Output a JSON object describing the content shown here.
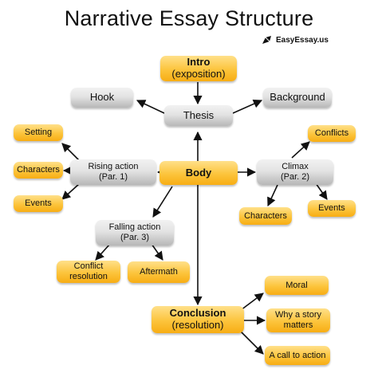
{
  "title": "Narrative Essay Structure",
  "brand": {
    "name": "EasyEssay.us",
    "icon": "pen-nib-icon"
  },
  "colors": {
    "orange_top": "#ffe08a",
    "orange_bottom": "#f7ad14",
    "grey_top": "#f2f2f2",
    "grey_bottom": "#b7b7b7",
    "arrow": "#111111"
  },
  "nodes": {
    "intro": {
      "title": "Intro",
      "sub": "(exposition)"
    },
    "hook": {
      "label": "Hook"
    },
    "thesis": {
      "label": "Thesis"
    },
    "background": {
      "label": "Background"
    },
    "setting": {
      "label": "Setting"
    },
    "characters_left": {
      "label": "Characters"
    },
    "events_left": {
      "label": "Events"
    },
    "rising": {
      "title": "Rising action",
      "sub": "(Par. 1)"
    },
    "body": {
      "label": "Body"
    },
    "climax": {
      "title": "Climax",
      "sub": "(Par. 2)"
    },
    "conflicts": {
      "label": "Conflicts"
    },
    "characters_right": {
      "label": "Characters"
    },
    "events_right": {
      "label": "Events"
    },
    "falling": {
      "title": "Falling action",
      "sub": "(Par. 3)"
    },
    "conflict_resolution": {
      "title": "Conflict",
      "sub": "resolution"
    },
    "aftermath": {
      "label": "Aftermath"
    },
    "conclusion": {
      "title": "Conclusion",
      "sub": "(resolution)"
    },
    "moral": {
      "label": "Moral"
    },
    "why_story": {
      "title": "Why a story",
      "sub": "matters"
    },
    "call_action": {
      "label": "A call to action"
    }
  }
}
